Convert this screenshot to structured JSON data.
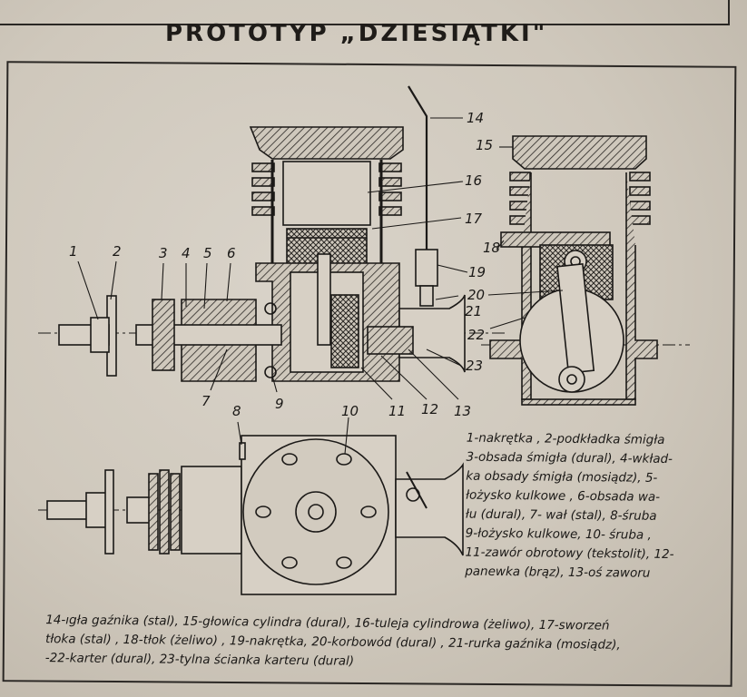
{
  "title": "PROTOTYP „DZIESIĄTKI\"",
  "part_numbers": [
    "1",
    "2",
    "3",
    "4",
    "5",
    "6",
    "7",
    "8",
    "9",
    "10",
    "11",
    "12",
    "13",
    "14",
    "15",
    "16",
    "17",
    "18",
    "19",
    "20",
    "21",
    "22",
    "23"
  ],
  "legend_right": [
    "1-nakrętka , 2-podkładka śmigła",
    "3-obsada śmigła (dural), 4-wkład-",
    "ka obsady śmigła (mosiądz), 5-",
    "łożysko kulkowe , 6-obsada wa-",
    "łu (dural), 7- wał (stal), 8-śruba",
    "9-łożysko kulkowe, 10- śruba ,",
    "11-zawór obrotowy (tekstolit), 12-",
    "panewka (brąz), 13-oś zaworu"
  ],
  "legend_bottom": [
    "14-ıgła gaźnika (stal), 15-głowica cylindra (dural), 16-tuleja cylindrowa (żeliwo), 17-sworzeń",
    "tłoka (stal) , 18-tłok (żeliwo) , 19-nakrętka, 20-korbowód (dural) , 21-rurka gaźnika (mosiądz),",
    "-22-karter (dural), 23-tylna ścianka karteru (dural)"
  ]
}
